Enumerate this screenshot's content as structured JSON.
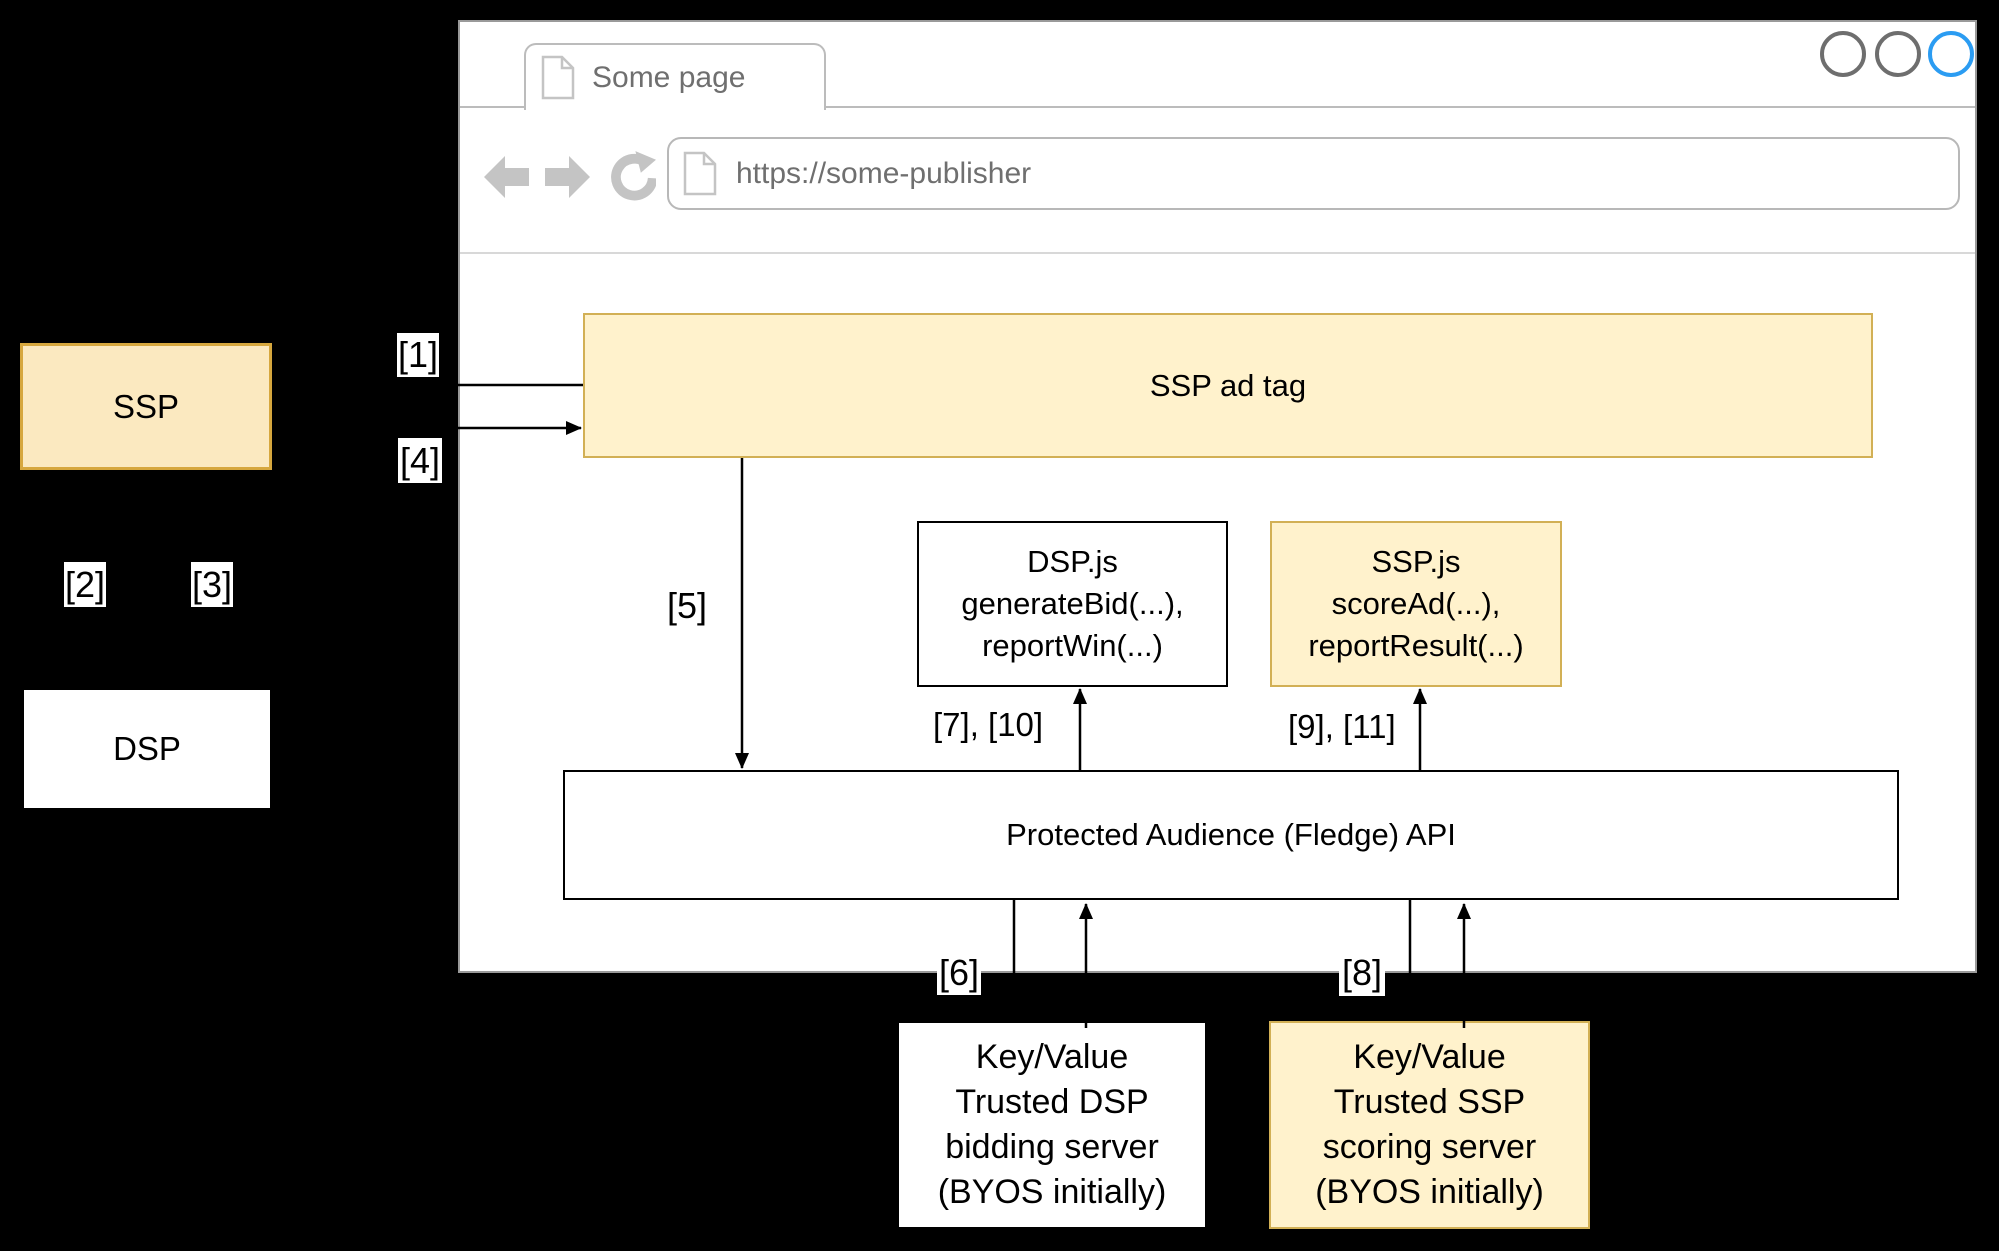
{
  "browser": {
    "tab_title": "Some page",
    "url": "https://some-publisher",
    "window_controls": {
      "count": 3,
      "active_color": "#2b9cf2",
      "inactive_color": "#6e6e6e"
    }
  },
  "diagram": {
    "ssp_box": "SSP",
    "dsp_box": "DSP",
    "ad_tag": "SSP ad tag",
    "dsp_js": [
      "DSP.js",
      "generateBid(...),",
      "reportWin(...)"
    ],
    "ssp_js": [
      "SSP.js",
      "scoreAd(...),",
      "reportResult(...)"
    ],
    "api_box": "Protected Audience (Fledge) API",
    "kv_dsp": [
      "Key/Value",
      "Trusted DSP",
      "bidding server",
      "(BYOS initially)"
    ],
    "kv_ssp": [
      "Key/Value",
      "Trusted SSP",
      "scoring server",
      "(BYOS initially)"
    ],
    "step_labels": {
      "s1": "[1]",
      "s2": "[2]",
      "s3": "[3]",
      "s4": "[4]",
      "s5": "[5]",
      "s6": "[6]",
      "s8": "[8]",
      "s7_10": "[7], [10]",
      "s9_11": "[9], [11]"
    }
  },
  "colors": {
    "yellow_fill": "#fff2cc",
    "yellow_border": "#d2b055",
    "accent_blue": "#2b9cf2",
    "chrome_icon_gray": "#c4c4c4",
    "chrome_text_gray": "#6f6f6f"
  }
}
